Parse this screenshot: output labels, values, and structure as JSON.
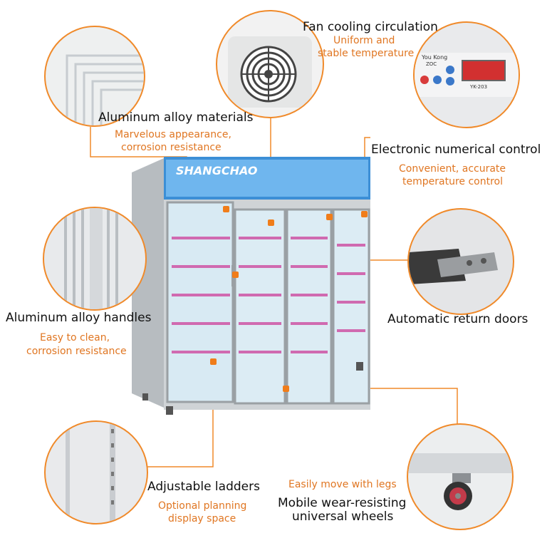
{
  "features": [
    {
      "title": "Fan cooling circulation",
      "subtitle": [
        "Uniform and",
        "stable temperature"
      ]
    },
    {
      "title": "Aluminum alloy materials",
      "subtitle": [
        "Marvelous appearance,",
        "corrosion resistance"
      ]
    },
    {
      "title": "Electronic numerical control",
      "subtitle": [
        "Convenient, accurate",
        "temperature control"
      ]
    },
    {
      "title": "Aluminum alloy handles",
      "subtitle": [
        "Easy to clean,",
        "corrosion resistance"
      ]
    },
    {
      "title": "Automatic return doors",
      "subtitle": []
    },
    {
      "title": "Adjustable ladders",
      "subtitle": [
        "Optional planning",
        "display space"
      ]
    },
    {
      "title": "Mobile wear-resisting",
      "title2": "universal wheels",
      "subtitle": [
        "Easily move with legs"
      ]
    }
  ],
  "brand": {
    "name": "SHANGCHAO"
  },
  "controller": {
    "brand_line1": "You Kong",
    "brand_line2": "ZOC",
    "model": "YK-203"
  },
  "colors": {
    "accent": "#f08a2a",
    "text": "#111111",
    "subtitle": "#e07622"
  }
}
